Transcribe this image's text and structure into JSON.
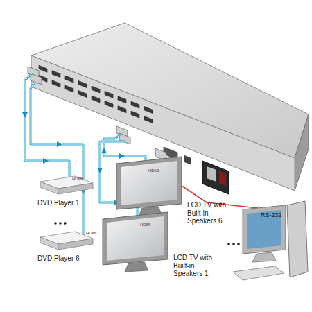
{
  "diagram": {
    "nodes": [
      {
        "text": [
          "DVD Player 1"
        ]
      },
      {
        "text": [
          "DVD Player 6"
        ]
      },
      {
        "text": [
          "LCD TV with Built-in Speakers 6"
        ]
      },
      {
        "text": [
          "LCD TV with Built-in Speakers 1"
        ]
      }
    ],
    "labels": [
      "HDMI",
      "HDMI",
      "HDMI",
      "HDMI",
      "RS-232"
    ]
  }
}
